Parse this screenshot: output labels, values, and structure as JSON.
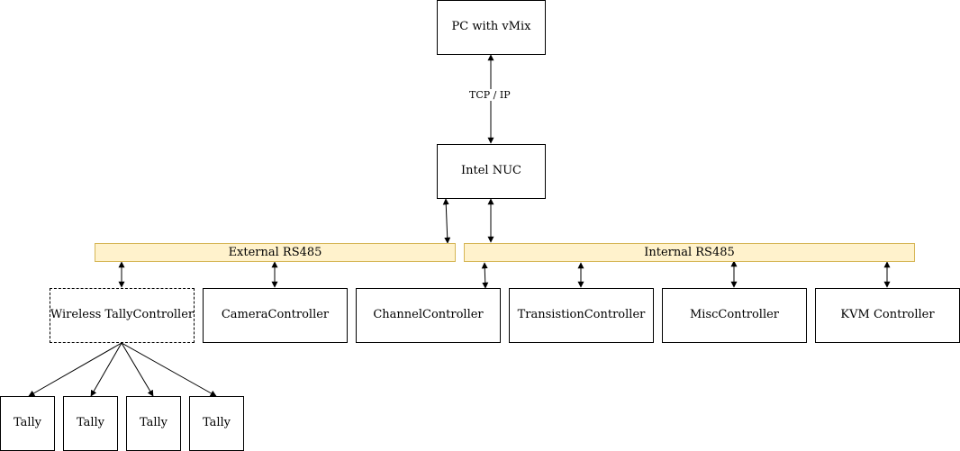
{
  "nodes": {
    "pc": "PC with vMix",
    "nuc": "Intel NUC",
    "external_bus": "External RS485",
    "internal_bus": "Internal RS485",
    "wireless": "Wireless TallyController",
    "camera": "CameraController",
    "channel": "ChannelController",
    "transition": "TransistionController",
    "misc": "MiscController",
    "kvm": "KVM Controller",
    "tallies": [
      "Tally",
      "Tally",
      "Tally",
      "Tally"
    ]
  },
  "edges": {
    "pc_nuc_label": "TCP / IP"
  },
  "colors": {
    "bus_fill": "#fff2cc",
    "bus_border": "#d6b656",
    "line": "#000000"
  }
}
